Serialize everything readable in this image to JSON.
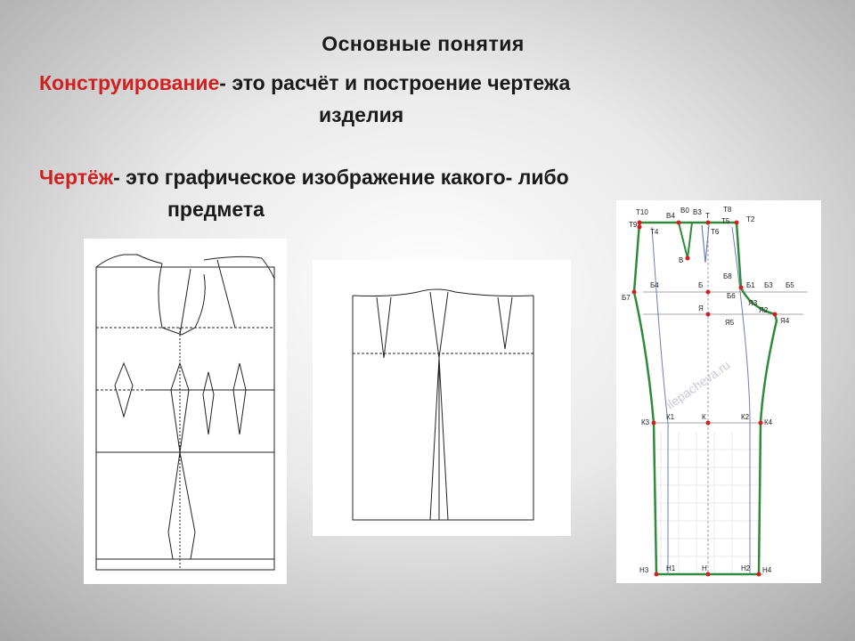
{
  "title": "Основные  понятия",
  "definitions": [
    {
      "term": "Конструирование",
      "text": "- это  расчёт  и  построение  чертежа",
      "continuation": "изделия"
    },
    {
      "term": "Чертёж",
      "text": "-  это  графическое  изображение  какого- либо",
      "continuation": "предмета"
    }
  ],
  "colors": {
    "term": "#d21f1f",
    "text": "#1a1a1a",
    "trouser_outline": "#2e8b3a",
    "trouser_points": "#d22020"
  },
  "trouser_labels": {
    "T10": "Т10",
    "T9": "Т9",
    "T4": "Т4",
    "V4": "В4",
    "V0": "В0",
    "V3": "В3",
    "T": "Т",
    "T8": "Т8",
    "T5": "Т5",
    "T6": "Т6",
    "T2": "Т2",
    "V": "В",
    "B4": "Б4",
    "B7": "Б7",
    "B": "Б",
    "B8": "Б8",
    "B1": "Б1",
    "B3": "Б3",
    "B5": "Б5",
    "B6": "Б6",
    "Ya": "Я",
    "Ya3": "Я3",
    "Ya2": "Я2",
    "Ya4": "Я4",
    "Ya5": "Я5",
    "K3": "К3",
    "K1": "К1",
    "K": "К",
    "K2": "К2",
    "K4": "К4",
    "H3": "Н3",
    "H1": "Н1",
    "H": "Н",
    "H2": "Н2",
    "H4": "Н4"
  },
  "watermark": "ilepacheva.ru"
}
